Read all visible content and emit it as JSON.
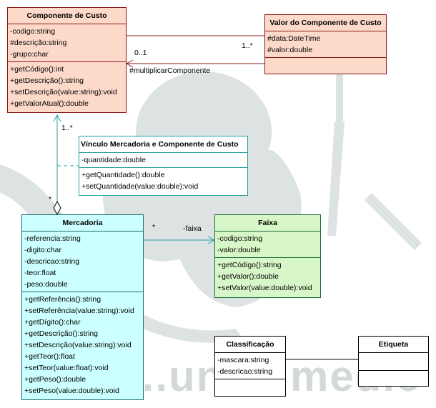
{
  "watermark": {
    "text": "...unus medic"
  },
  "classes": {
    "componente": {
      "title": "Componente de Custo",
      "attributes": [
        "-codigo:string",
        "#descrição:string",
        "-grupo:char"
      ],
      "operations": [
        "+getCódigo():int",
        "+getDescrição():string",
        "+setDescrição(value:string):void",
        "+getValorAtual():double"
      ]
    },
    "valor": {
      "title": "Valor do Componente de Custo",
      "attributes": [
        "#data:DateTime",
        "#valor:double"
      ],
      "operations": []
    },
    "vinculo": {
      "title": "Vínculo Mercadoria e Componente de Custo",
      "attributes": [
        "-quantidade:double"
      ],
      "operations": [
        "+getQuantidade():double",
        "+setQuantidade(value:double):void"
      ]
    },
    "mercadoria": {
      "title": "Mercadoria",
      "attributes": [
        "-referencia:string",
        "-digito:char",
        "-descricao:string",
        "-teor:float",
        "-peso:double"
      ],
      "operations": [
        "+getReferência():string",
        "+setReferência(value:string):void",
        "+getDígito():char",
        "+getDescrição():string",
        "+setDescrição(value:string):void",
        "+getTeor():float",
        "+setTeor(value:float):void",
        "+getPeso():double",
        "+setPeso(value:double):void"
      ]
    },
    "faixa": {
      "title": "Faixa",
      "attributes": [
        "-codigo:string",
        "-valor:double"
      ],
      "operations": [
        "+getCódigo():string",
        "+getValor():double",
        "+setValor(value:double):void"
      ]
    },
    "classificacao": {
      "title": "Classificação",
      "attributes": [
        "-mascara:string",
        "-descricao:string"
      ],
      "operations": []
    },
    "etiqueta": {
      "title": "Etiqueta",
      "attributes": [],
      "operations": []
    }
  },
  "labels": {
    "valor_mult": "1..*",
    "comp_mult": "0..1",
    "multiplicar_role": "#multiplicarComponente",
    "comp_vinculo_mult": "1..*",
    "merc_agg_mult": "*",
    "merc_faixa_mult": "*",
    "faixa_role": "-faixa"
  },
  "colors": {
    "component_fill": "#fcd9c8",
    "component_border": "#8b1a1a",
    "mercadoria_fill": "#ccffff",
    "faixa_fill": "#d8f7c8",
    "association_teal": "#23a0a0",
    "association_red": "#8b1a1a",
    "watermark": "#d3d9d9"
  }
}
